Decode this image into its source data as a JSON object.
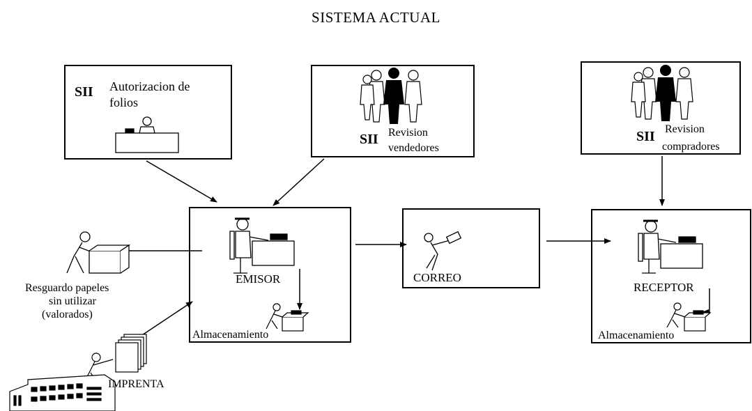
{
  "title": "SISTEMA ACTUAL",
  "sii_auth": {
    "sii": "SII",
    "label_line1": "Autorizacion de",
    "label_line2": "folios"
  },
  "sii_sellers": {
    "sii": "SII",
    "label_line1": "Revision",
    "label_line2": "vendedores"
  },
  "sii_buyers": {
    "sii": "SII",
    "label_line1": "Revision",
    "label_line2": "compradores"
  },
  "emisor": {
    "label": "EMISOR",
    "storage": "Almacenamiento"
  },
  "correo": {
    "label": "CORREO"
  },
  "receptor": {
    "label": "RECEPTOR",
    "storage": "Almacenamiento"
  },
  "resguardo": {
    "line1": "Resguardo papeles",
    "line2": "sin utilizar",
    "line3": "(valorados)"
  },
  "imprenta": {
    "label": "IMPRENTA"
  }
}
